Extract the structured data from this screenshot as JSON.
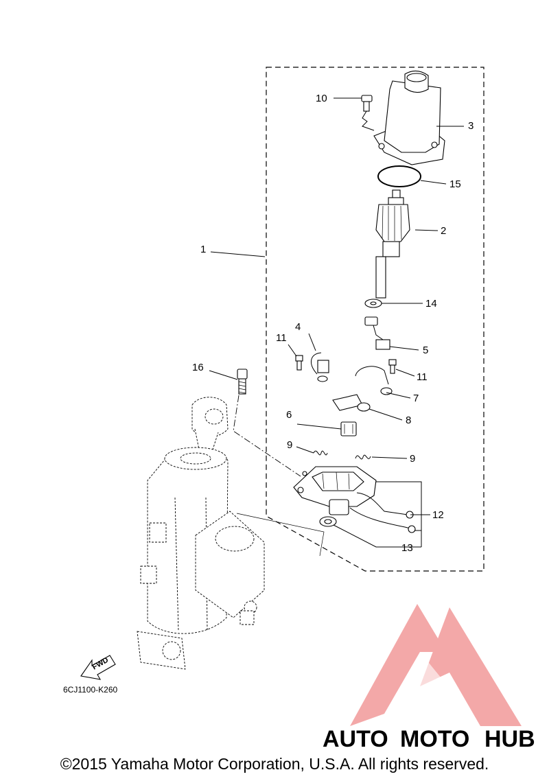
{
  "callouts": {
    "c1": "1",
    "c2": "2",
    "c3": "3",
    "c4": "4",
    "c5": "5",
    "c6": "6",
    "c7": "7",
    "c8": "8",
    "c9a": "9",
    "c9b": "9",
    "c10": "10",
    "c11a": "11",
    "c11b": "11",
    "c12": "12",
    "c13": "13",
    "c14": "14",
    "c15": "15",
    "c16": "16"
  },
  "fwd_label": "FWD",
  "drawing_code": "6CJ1100-K260",
  "watermark": {
    "part1": "AUTO",
    "part2": "MOTO",
    "part3": "HUB",
    "colors": {
      "auto": "#f6c98a",
      "moto": "#f29a9a",
      "hub": "#666666",
      "logo": "#f08c8c"
    }
  },
  "copyright": "©2015 Yamaha Motor Corporation, U.S.A. All rights reserved."
}
